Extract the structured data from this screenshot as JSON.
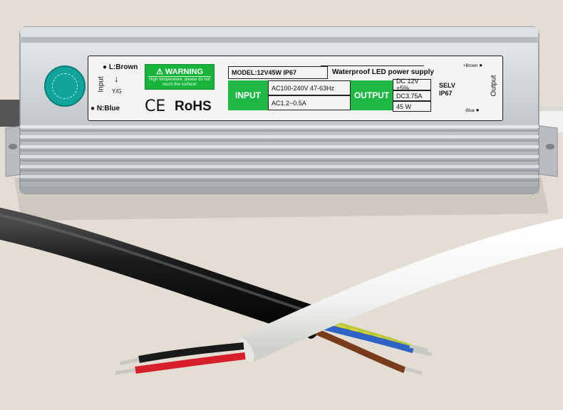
{
  "label": {
    "badge_text": "",
    "input_side": {
      "heading": "Input",
      "live": "L:Brown",
      "earth": "Y/G",
      "neutral": "N:Blue"
    },
    "warning": {
      "title": "WARNING",
      "subtitle": "High temperature, please do not touch the surface!"
    },
    "marks": {
      "ce": "CE",
      "rohs": "RoHS"
    },
    "model": "MODEL:12V45W IP67",
    "product_name": "Waterproof LED power supply",
    "input": {
      "label": "INPUT",
      "voltage": "AC100-240V 47-63Hz",
      "current": "AC1.2~0.5A"
    },
    "output": {
      "label": "OUTPUT",
      "voltage": "DC 12V ±5%",
      "current": "DC3.75A",
      "power": "45 W"
    },
    "safety": [
      "SELV",
      "IP67"
    ],
    "output_side": {
      "heading": "Output",
      "positive": "+Brown",
      "negative": "-Blue"
    }
  },
  "colors": {
    "background": "#e4ddd4",
    "housing": "#c9cdd1",
    "label_green": "#1fb845",
    "badge_teal": "#11a49c",
    "cable_black": "#1a1a1a",
    "cable_white": "#f6f6f4",
    "wire_brown": "#7a3b1c",
    "wire_blue": "#2f63c4",
    "wire_yellow_green": "#b7c937",
    "wire_red": "#d71f2a"
  }
}
